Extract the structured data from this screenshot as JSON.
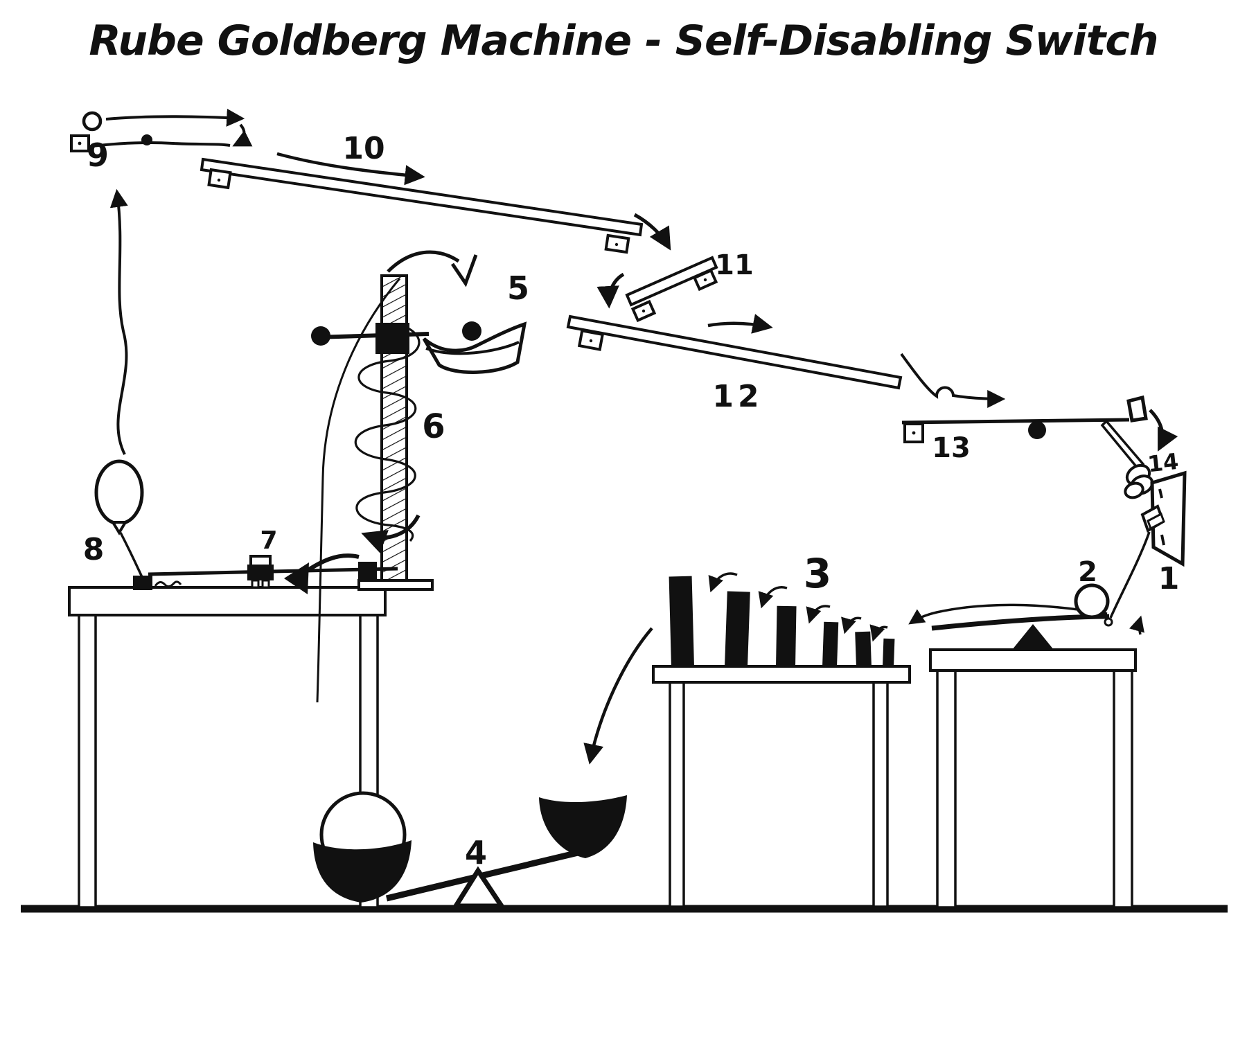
{
  "title": "Rube Goldberg Machine - Self-Disabling Switch",
  "colors": {
    "ink": "#111111",
    "paper": "#ffffff"
  },
  "labels": {
    "1": "1",
    "2": "2",
    "3": "3",
    "4": "4",
    "5": "5",
    "6": "6",
    "7": "7",
    "8": "8",
    "9": "9",
    "10": "10",
    "11": "11",
    "12": "12",
    "13": "13",
    "14": "14"
  }
}
